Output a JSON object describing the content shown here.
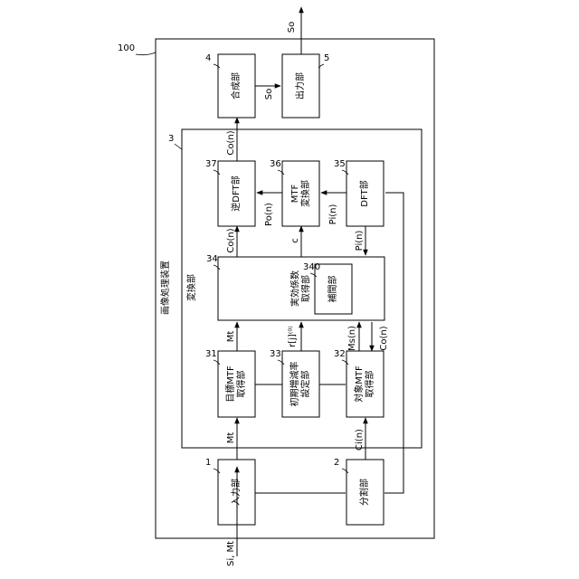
{
  "device": {
    "ref": "100",
    "title": "画像処理装置"
  },
  "transform": {
    "ref": "3",
    "title": "変換部"
  },
  "blocks": {
    "input": {
      "ref": "1",
      "lines": [
        "入力部"
      ]
    },
    "divide": {
      "ref": "2",
      "lines": [
        "分割部"
      ]
    },
    "compose": {
      "ref": "4",
      "lines": [
        "合成部"
      ]
    },
    "output": {
      "ref": "5",
      "lines": [
        "出力部"
      ]
    },
    "target_mtf": {
      "ref": "31",
      "lines": [
        "目標MTF",
        "取得部"
      ]
    },
    "obj_mtf": {
      "ref": "32",
      "lines": [
        "対象MTF",
        "取得部"
      ]
    },
    "init_rate": {
      "ref": "33",
      "lines": [
        "初期増減率",
        "設定部"
      ]
    },
    "coef": {
      "ref": "34",
      "lines": [
        "実効係数",
        "取得部"
      ]
    },
    "dft": {
      "ref": "35",
      "lines": [
        "DFT部"
      ]
    },
    "mtf_conv": {
      "ref": "36",
      "lines": [
        "MTF",
        "変換部"
      ]
    },
    "inv_dft": {
      "ref": "37",
      "lines": [
        "逆DFT部"
      ]
    },
    "interp": {
      "ref": "340",
      "lines": [
        "補間部"
      ]
    }
  },
  "signals": {
    "si_mt": "Si, Mt",
    "so_top": "So",
    "so_mid": "So",
    "co_n_top": "Co(n)",
    "co_n_coef": "Co(n)",
    "co_n_right": "Co(n)",
    "po_n": "Po(n)",
    "pi_n_top": "Pi(n)",
    "pi_n_bottom": "Pi(n)",
    "c": "c",
    "mt_upper": "Mt",
    "mt_lower": "Mt",
    "r_init": "r[j]⁽⁰⁾",
    "ms_n": "Ms(n)",
    "ci_n": "Ci(n)"
  }
}
